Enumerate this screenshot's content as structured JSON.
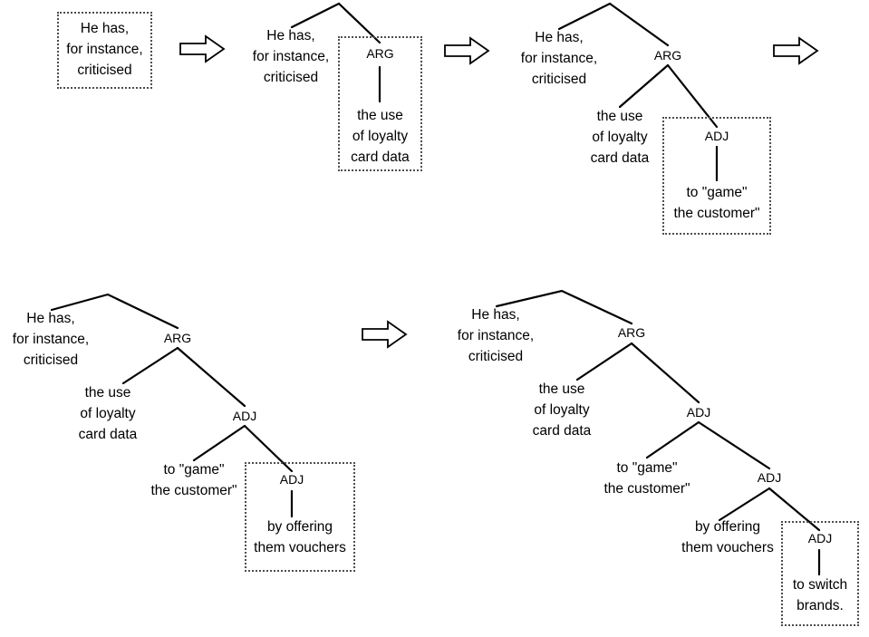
{
  "diagram": {
    "title": "Incremental dependency-tree expansion of a sentence",
    "colors": {
      "background": "#ffffff",
      "text": "#000000",
      "edge": "#000000",
      "highlight_border": "#4d4d4d"
    },
    "labels": {
      "arg": "ARG",
      "adj": "ADJ"
    },
    "phrases": {
      "root": "He has,\nfor instance,\ncriticised",
      "arg_leaf": "the use\nof loyalty\ncard data",
      "adj1_leaf": "to \"game\"\nthe customer\"",
      "adj2_leaf": "by offering\nthem vouchers",
      "adj3_leaf": "to switch\nbrands."
    },
    "arrow_icon": "right-arrow-icon",
    "steps": [
      {
        "id": "step-1",
        "name": "root-only",
        "nodes": [
          {
            "name": "root-phrase",
            "text": "He has,\nfor instance,\ncriticised"
          }
        ],
        "highlight": "root-phrase"
      },
      {
        "id": "step-2",
        "name": "root-plus-arg",
        "nodes": [
          {
            "name": "root-phrase",
            "text": "He has,\nfor instance,\ncriticised"
          },
          {
            "name": "arg-label",
            "text": "ARG"
          },
          {
            "name": "arg-phrase",
            "text": "the use\nof loyalty\ncard data"
          }
        ],
        "highlight": "arg-subtree"
      },
      {
        "id": "step-3",
        "name": "root-arg-adj1",
        "nodes": [
          {
            "name": "root-phrase",
            "text": "He has,\nfor instance,\ncriticised"
          },
          {
            "name": "arg-label",
            "text": "ARG"
          },
          {
            "name": "arg-phrase",
            "text": "the use\nof loyalty\ncard data"
          },
          {
            "name": "adj-label",
            "text": "ADJ"
          },
          {
            "name": "adj-phrase",
            "text": "to \"game\"\nthe customer\""
          }
        ],
        "highlight": "adj1-subtree"
      },
      {
        "id": "step-4",
        "name": "root-arg-adj1-adj2",
        "nodes": [
          {
            "name": "root-phrase",
            "text": "He has,\nfor instance,\ncriticised"
          },
          {
            "name": "arg-label",
            "text": "ARG"
          },
          {
            "name": "arg-phrase",
            "text": "the use\nof loyalty\ncard data"
          },
          {
            "name": "adj-label",
            "text": "ADJ"
          },
          {
            "name": "adj-phrase",
            "text": "to \"game\"\nthe customer\""
          },
          {
            "name": "adj2-label",
            "text": "ADJ"
          },
          {
            "name": "adj2-phrase",
            "text": "by offering\nthem vouchers"
          }
        ],
        "highlight": "adj2-subtree"
      },
      {
        "id": "step-5",
        "name": "root-arg-adj1-adj2-adj3",
        "nodes": [
          {
            "name": "root-phrase",
            "text": "He has,\nfor instance,\ncriticised"
          },
          {
            "name": "arg-label",
            "text": "ARG"
          },
          {
            "name": "arg-phrase",
            "text": "the use\nof loyalty\ncard data"
          },
          {
            "name": "adj-label",
            "text": "ADJ"
          },
          {
            "name": "adj-phrase",
            "text": "to \"game\"\nthe customer\""
          },
          {
            "name": "adj2-label",
            "text": "ADJ"
          },
          {
            "name": "adj2-phrase",
            "text": "by offering\nthem vouchers"
          },
          {
            "name": "adj3-label",
            "text": "ADJ"
          },
          {
            "name": "adj3-phrase",
            "text": "to switch\nbrands."
          }
        ],
        "highlight": "adj3-subtree"
      }
    ]
  },
  "t1": {
    "root": "He has,\nfor instance,\ncriticised"
  },
  "t2": {
    "root": "He has,\nfor instance,\ncriticised",
    "arg": "ARG",
    "arg_leaf": "the use\nof loyalty\ncard data"
  },
  "t3": {
    "root": "He has,\nfor instance,\ncriticised",
    "arg": "ARG",
    "arg_leaf": "the use\nof loyalty\ncard data",
    "adj": "ADJ",
    "adj_leaf": "to \"game\"\nthe customer\""
  },
  "t4": {
    "root": "He has,\nfor instance,\ncriticised",
    "arg": "ARG",
    "arg_leaf": "the use\nof loyalty\ncard data",
    "adj": "ADJ",
    "adj_leaf": "to \"game\"\nthe customer\"",
    "adj2": "ADJ",
    "adj2_leaf": "by offering\nthem vouchers"
  },
  "t5": {
    "root": "He has,\nfor instance,\ncriticised",
    "arg": "ARG",
    "arg_leaf": "the use\nof loyalty\ncard data",
    "adj": "ADJ",
    "adj_leaf": "to \"game\"\nthe customer\"",
    "adj2": "ADJ",
    "adj2_leaf": "by offering\nthem vouchers",
    "adj3": "ADJ",
    "adj3_leaf": "to switch\nbrands."
  }
}
